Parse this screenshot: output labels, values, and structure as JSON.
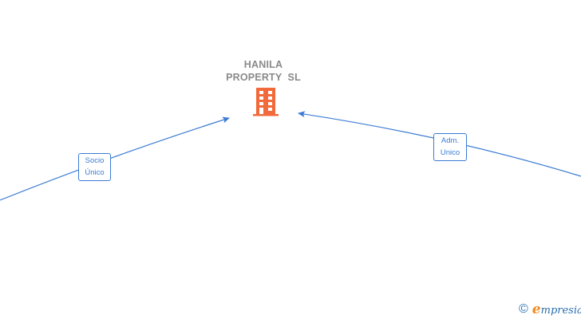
{
  "company": {
    "name_line1": "HANILA",
    "name_line2": "PROPERTY  SL",
    "icon": "building-icon",
    "icon_color": "#f26a3b"
  },
  "edges": [
    {
      "label_line1": "Socio",
      "label_line2": "Único",
      "direction": "incoming-from-left"
    },
    {
      "label_line1": "Adm.",
      "label_line2": "Unico",
      "direction": "incoming-from-right"
    }
  ],
  "colors": {
    "edge": "#3a7bd5",
    "title": "#8a8a8a"
  },
  "watermark": {
    "copyright_symbol": "©",
    "brand_initial": "e",
    "brand_rest": "mpresia"
  }
}
